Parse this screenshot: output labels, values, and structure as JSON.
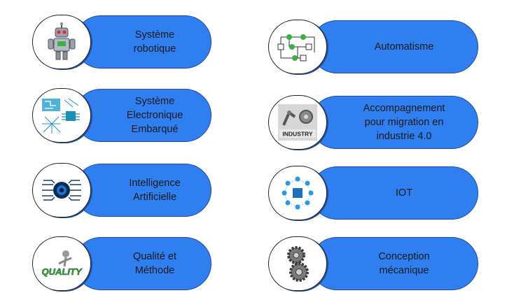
{
  "cards": [
    {
      "id": "robotique",
      "lines": [
        "Système",
        "robotique"
      ],
      "icon": "robot-icon"
    },
    {
      "id": "automatisme",
      "lines": [
        "Automatisme"
      ],
      "icon": "flowchart-icon"
    },
    {
      "id": "electronique",
      "lines": [
        "Système",
        "Electronique",
        "Embarqué"
      ],
      "icon": "circuit-board-icon"
    },
    {
      "id": "industrie",
      "lines": [
        "Accompagnement",
        "pour migration en",
        "industrie 4.0"
      ],
      "icon": "industry-icon",
      "icon_text": "INDUSTRY"
    },
    {
      "id": "ia",
      "lines": [
        "Intelligence",
        "Artificielle"
      ],
      "icon": "ai-brain-icon"
    },
    {
      "id": "iot",
      "lines": [
        "IOT"
      ],
      "icon": "iot-network-icon"
    },
    {
      "id": "qualite",
      "lines": [
        "Qualité et",
        "Méthode"
      ],
      "icon": "quality-icon",
      "icon_text": "QUALITY"
    },
    {
      "id": "conception",
      "lines": [
        "Conception",
        "mécanique"
      ],
      "icon": "gears-icon"
    }
  ],
  "colors": {
    "pill": "#2f7ff0",
    "pill_border": "#1f4f9e",
    "circle_border": "#222222",
    "icon_green": "#3cb043"
  }
}
